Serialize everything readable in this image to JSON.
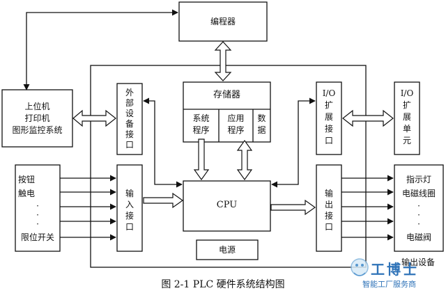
{
  "programmer": "编程器",
  "host": [
    "上位机",
    "打印机",
    "图形监控系统"
  ],
  "ext_iface": [
    "外",
    "部",
    "设",
    "备",
    "接",
    "口"
  ],
  "memory": {
    "title": "存储器",
    "system_prog": [
      "系统",
      "程序"
    ],
    "app_prog": [
      "应用",
      "程序"
    ],
    "data": [
      "数",
      "据"
    ]
  },
  "io_ext_iface": [
    "I/O",
    "扩",
    "展",
    "接",
    "口"
  ],
  "io_ext_unit": [
    "I/O",
    "扩",
    "展",
    "单",
    "元"
  ],
  "inputs": {
    "top": [
      "按钮",
      "触电"
    ],
    "dots": [
      "·",
      "·",
      "·"
    ],
    "bottom": "限位开关"
  },
  "input_iface": [
    "输",
    "入",
    "接",
    "口"
  ],
  "cpu": "CPU",
  "output_iface": [
    "输",
    "出",
    "接",
    "口"
  ],
  "outputs": {
    "top": [
      "指示灯",
      "电磁线圈"
    ],
    "dots": [
      "·",
      "·",
      "·"
    ],
    "bottom": "电磁阀",
    "cut": "输出设备"
  },
  "power": "电源",
  "caption": "图 2-1    PLC 硬件系统结构图",
  "watermark": {
    "title": "工博士",
    "subtitle": "智能工厂服务商"
  }
}
